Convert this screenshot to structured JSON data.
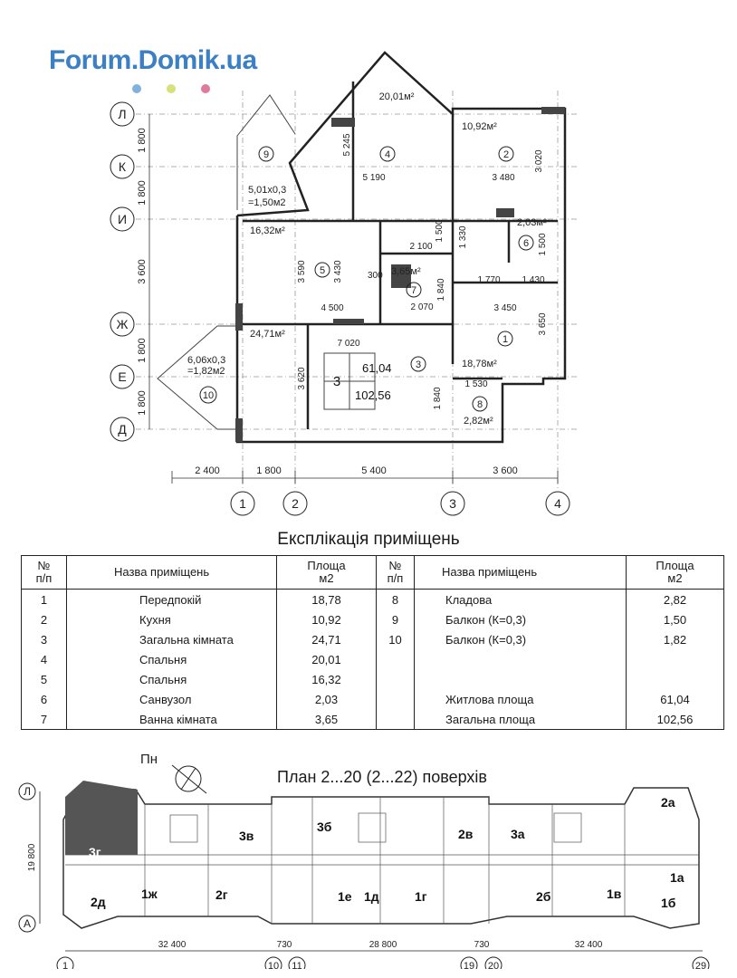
{
  "logo": {
    "text": "Forum.Domik.ua",
    "dot_colors": [
      "#7fb2e0",
      "#d8e07a",
      "#e07a9a"
    ],
    "color": "#3b7fc4"
  },
  "axes_rows": [
    "Л",
    "К",
    "И",
    "Ж",
    "Е",
    "Д"
  ],
  "axes_cols": [
    "1",
    "2",
    "3",
    "4"
  ],
  "row_dims": [
    "1 800",
    "1 800",
    "3 600",
    "1 800",
    "1 800"
  ],
  "col_dims": [
    "2 400",
    "1 800",
    "5 400",
    "3 600"
  ],
  "plan_labels": {
    "a4": "20,01м²",
    "a2": "10,92м²",
    "a6": "2,03м²",
    "a5": "16,32м²",
    "a9": "5,01х0,3\n=1,50м2",
    "a7": "3,65м²",
    "a3": "24,71м²",
    "a1": "18,78м²",
    "a8": "2,82м²",
    "a10": "6,06х0,3\n=1,82м2",
    "d5245": "5 245",
    "d5190": "5 190",
    "d3480": "3 480",
    "d3020": "3 020",
    "d2100": "2 100",
    "d1500a": "1 500",
    "d1330": "1 330",
    "d1500b": "1 500",
    "d3590": "3 590",
    "d3430": "3 430",
    "d300": "300",
    "d1770": "1 770",
    "d1430": "1 430",
    "d1840a": "1 840",
    "d2070": "2 070",
    "d4500": "4 500",
    "d3450": "3 450",
    "d3650": "3 650",
    "d7020": "7 020",
    "d3620": "3 620",
    "d1530": "1 530",
    "d1840b": "1 840",
    "n1": "1",
    "n2": "2",
    "n3": "3",
    "n4": "4",
    "n5": "5",
    "n6": "6",
    "n7": "7",
    "n8": "8",
    "n9": "9",
    "n10": "10"
  },
  "apt_badge": {
    "rooms": "3",
    "living": "61,04",
    "total": "102,56"
  },
  "explication": {
    "title": "Експлікація приміщень",
    "headers": {
      "num": "№\nп/п",
      "name": "Назва приміщень",
      "area": "Площа\nм2"
    },
    "left": [
      {
        "n": "1",
        "name": "Передпокій",
        "area": "18,78"
      },
      {
        "n": "2",
        "name": "Кухня",
        "area": "10,92"
      },
      {
        "n": "3",
        "name": "Загальна кімната",
        "area": "24,71"
      },
      {
        "n": "4",
        "name": "Спальня",
        "area": "20,01"
      },
      {
        "n": "5",
        "name": "Спальня",
        "area": "16,32"
      },
      {
        "n": "6",
        "name": "Санвузол",
        "area": "2,03"
      },
      {
        "n": "7",
        "name": "Ванна кімната",
        "area": "3,65"
      }
    ],
    "right": [
      {
        "n": "8",
        "name": "Кладова",
        "area": "2,82"
      },
      {
        "n": "9",
        "name": "Балкон (К=0,3)",
        "area": "1,50"
      },
      {
        "n": "10",
        "name": "Балкон (К=0,3)",
        "area": "1,82"
      },
      {
        "n": "",
        "name": "",
        "area": ""
      },
      {
        "n": "",
        "name": "",
        "area": ""
      },
      {
        "n": "",
        "name": "Житлова площа",
        "area": "61,04"
      },
      {
        "n": "",
        "name": "Загальна площа",
        "area": "102,56"
      }
    ]
  },
  "floor_plan": {
    "title": "План 2...20 (2...22) поверхів",
    "north": "Пн",
    "axis_top": "Л",
    "axis_bottom": "А",
    "height_dim": "19 800",
    "apartments": [
      "3г",
      "2д",
      "1ж",
      "3в",
      "2г",
      "3б",
      "1е",
      "1д",
      "1г",
      "2в",
      "3а",
      "2б",
      "1в",
      "2а",
      "1а",
      "1б"
    ],
    "bottom_dims": [
      "32 400",
      "730",
      "28 800",
      "730",
      "32 400"
    ],
    "bottom_axes": [
      "1",
      "10",
      "11",
      "19",
      "20",
      "29"
    ]
  }
}
